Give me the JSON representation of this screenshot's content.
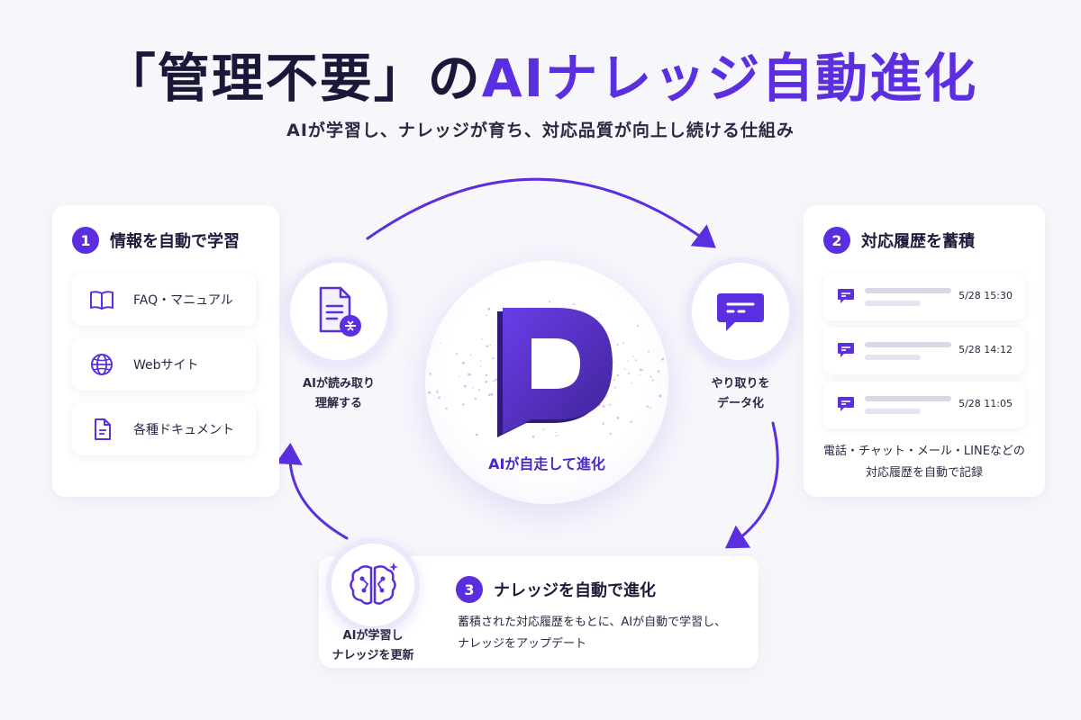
{
  "header": {
    "title_part1": "「管理不要」の",
    "title_part2": "AIナレッジ自動進化",
    "subtitle": "AIが学習し、ナレッジが育ち、対応品質が向上し続ける仕組み"
  },
  "step1": {
    "number": "1",
    "title": "情報を自動で学習",
    "sources": [
      {
        "label": "FAQ・マニュアル",
        "icon": "book-icon"
      },
      {
        "label": "Webサイト",
        "icon": "globe-icon"
      },
      {
        "label": "各種ドキュメント",
        "icon": "document-icon"
      }
    ],
    "node_caption_line1": "AIが読み取り",
    "node_caption_line2": "理解する"
  },
  "step2": {
    "number": "2",
    "title": "対応履歴を蓄積",
    "history": [
      {
        "time": "5/28 15:30"
      },
      {
        "time": "5/28 14:12"
      },
      {
        "time": "5/28 11:05"
      }
    ],
    "note_line1": "電話・チャット・メール・LINEなどの",
    "note_line2": "対応履歴を自動で記録",
    "node_caption_line1": "やり取りを",
    "node_caption_line2": "データ化"
  },
  "step3": {
    "number": "3",
    "title": "ナレッジを自動で進化",
    "desc_line1": "蓄積された対応履歴をもとに、AIが自動で学習し、",
    "desc_line2": "ナレッジをアップデート",
    "node_caption_line1": "AIが学習し",
    "node_caption_line2": "ナレッジを更新"
  },
  "core": {
    "logo_letter": "D",
    "caption": "AIが自走して進化"
  },
  "colors": {
    "accent": "#5b2ee0",
    "accent_light": "#ece8fb",
    "text": "#1d1b3a"
  }
}
